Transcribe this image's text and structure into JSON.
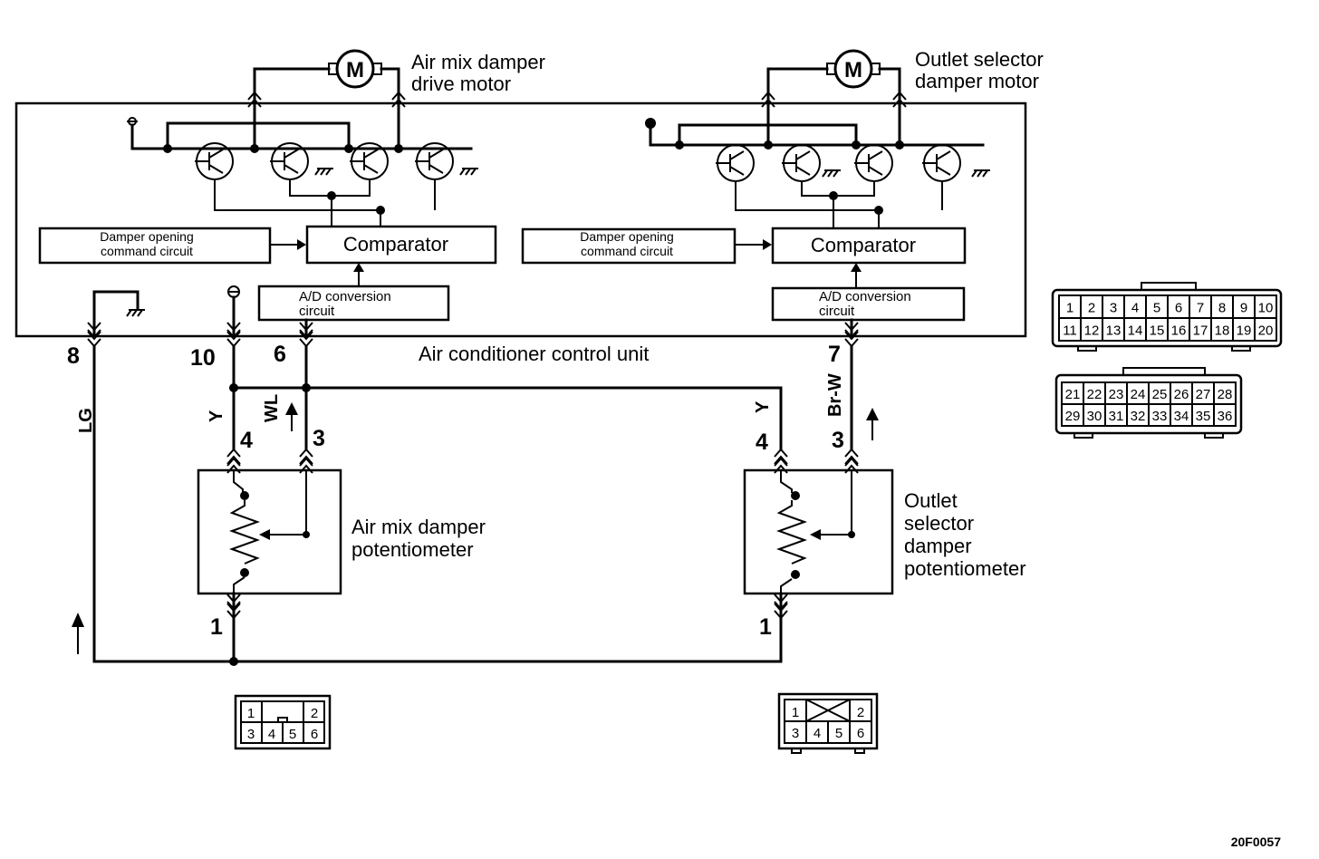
{
  "motors": {
    "air_mix": {
      "symbol": "M",
      "label_line1": "Air mix damper",
      "label_line2": "drive motor"
    },
    "outlet": {
      "symbol": "M",
      "label_line1": "Outlet selector",
      "label_line2": "damper motor"
    }
  },
  "control_unit": {
    "label": "Air conditioner control unit",
    "left_block": {
      "cmd_line1": "Damper opening",
      "cmd_line2": "command circuit",
      "comparator": "Comparator",
      "ad_line1": "A/D conversion",
      "ad_line2": "circuit"
    },
    "right_block": {
      "cmd_line1": "Damper opening",
      "cmd_line2": "command circuit",
      "comparator": "Comparator",
      "ad_line1": "A/D conversion",
      "ad_line2": "circuit"
    }
  },
  "terminals": {
    "t8": "8",
    "t10": "10",
    "t6": "6",
    "t7": "7"
  },
  "wires": {
    "lg": "LG",
    "y_left": "Y",
    "wl": "WL",
    "y_right": "Y",
    "brw": "Br-W"
  },
  "potentiometers": {
    "air_mix": {
      "label_line1": "Air mix damper",
      "label_line2": "potentiometer",
      "pin4": "4",
      "pin3": "3",
      "pin1": "1"
    },
    "outlet": {
      "label_line1": "Outlet",
      "label_line2": "selector",
      "label_line3": "damper",
      "label_line4": "potentiometer",
      "pin4": "4",
      "pin3": "3",
      "pin1": "1"
    }
  },
  "connectors": {
    "unit_a": {
      "row1": [
        "1",
        "2",
        "3",
        "4",
        "5",
        "6",
        "7",
        "8",
        "9",
        "10"
      ],
      "row2": [
        "11",
        "12",
        "13",
        "14",
        "15",
        "16",
        "17",
        "18",
        "19",
        "20"
      ]
    },
    "unit_b": {
      "row1": [
        "21",
        "22",
        "23",
        "24",
        "25",
        "26",
        "27",
        "28"
      ],
      "row2": [
        "29",
        "30",
        "31",
        "32",
        "33",
        "34",
        "35",
        "36"
      ]
    },
    "pot_left": {
      "top": [
        "1",
        "2"
      ],
      "bottom": [
        "3",
        "4",
        "5",
        "6"
      ]
    },
    "pot_right": {
      "top": [
        "1",
        "2"
      ],
      "bottom": [
        "3",
        "4",
        "5",
        "6"
      ]
    }
  },
  "figure_code": "20F0057"
}
